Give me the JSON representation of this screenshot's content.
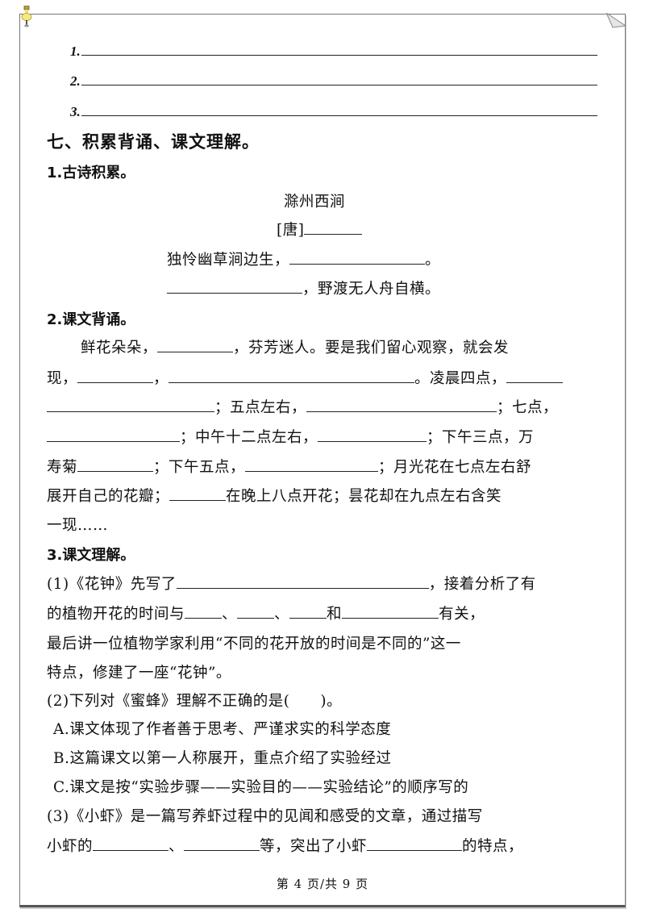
{
  "answer_lines": [
    "1.",
    "2.",
    "3."
  ],
  "section_title": "七、积累背诵、课文理解。",
  "part1": {
    "title": "1.古诗积累。",
    "poem_title": "滁州西涧",
    "dynasty": "[唐]",
    "line1_start": "独怜幽草涧边生，",
    "line1_end": "。",
    "line2_end": "，野渡无人舟自横。"
  },
  "part2": {
    "title": "2.课文背诵。",
    "l1a": "鲜花朵朵，",
    "l1b": "，芬芳迷人。要是我们留心观察，就会发",
    "l2a": "现，",
    "l2b": "，",
    "l2c": "。凌晨四点，",
    "l3a": "；五点左右，",
    "l3b": "；七点，",
    "l4a": "；中午十二点左右，",
    "l4b": "；下午三点，万",
    "l5a": "寿菊",
    "l5b": "；下午五点，",
    "l5c": "；月光花在七点左右舒",
    "l6a": "展开自己的花瓣；",
    "l6b": "在晚上八点开花；昙花却在九点左右含笑",
    "l7": "一现……"
  },
  "part3": {
    "title": "3.课文理解。",
    "q1_l1a": "(1)《花钟》先写了",
    "q1_l1b": "，接着分析了有",
    "q1_l2a": "的植物开花的时间与",
    "q1_l2b": "、",
    "q1_l2c": "、",
    "q1_l2d": "和",
    "q1_l2e": "有关，",
    "q1_l3": "最后讲一位植物学家利用“不同的花开放的时间是不同的”这一",
    "q1_l4": "特点，修建了一座“花钟”。",
    "q2": "(2)下列对《蜜蜂》理解不正确的是(　　)。",
    "q2_options": [
      "A.课文体现了作者善于思考、严谨求实的科学态度",
      "B.这篇课文以第一人称展开，重点介绍了实验经过",
      "C.课文是按“实验步骤——实验目的——实验结论”的顺序写的"
    ],
    "q3_l1": "(3)《小虾》是一篇写养虾过程中的见闻和感受的文章，通过描写",
    "q3_l2a": "小虾的",
    "q3_l2b": "、",
    "q3_l2c": "等，突出了小虾",
    "q3_l2d": "的特点，"
  },
  "footer": "第 4 页/共 9 页"
}
